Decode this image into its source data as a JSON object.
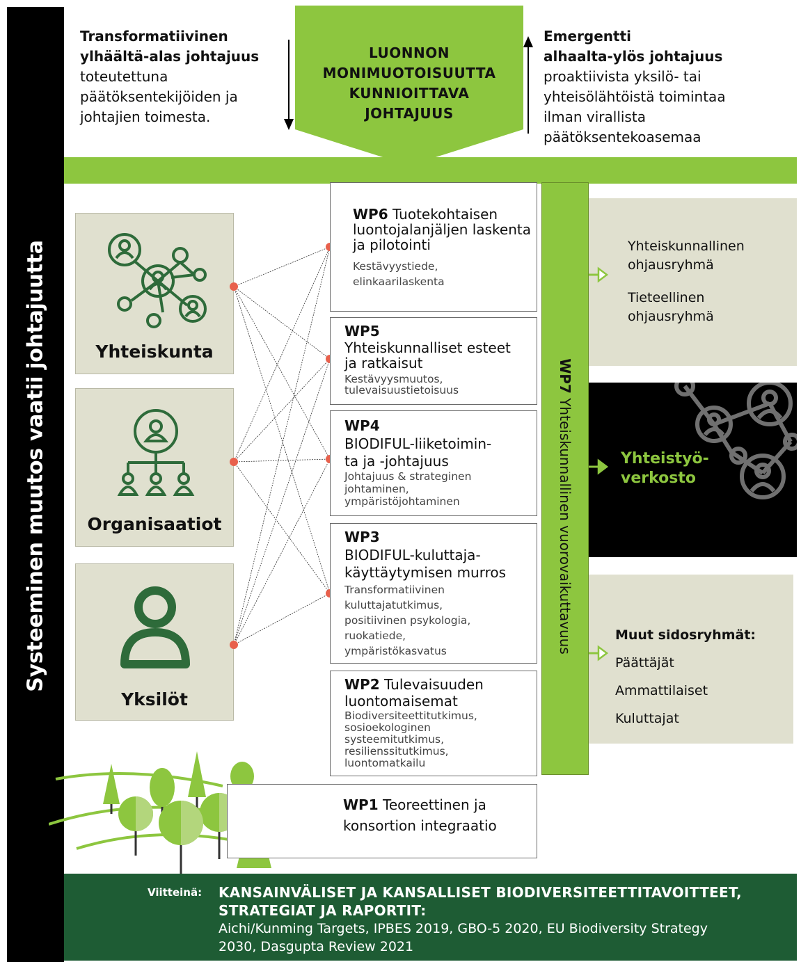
{
  "side_title": "Systeeminen muutos vaatii johtajuutta",
  "header": {
    "left_bold_1": "Transformatiivinen",
    "left_bold_2": "ylhäältä-alas johtajuus",
    "left_text": [
      "toteutettuna",
      "päätöksentekijöiden ja",
      "johtajien toimesta."
    ],
    "center_title": [
      "LUONNON",
      "MONIMUOTOISUUTTA",
      "KUNNIOITTAVA",
      "JOHTAJUUS"
    ],
    "right_bold_1": "Emergentti",
    "right_bold_2": "alhaalta-ylös johtajuus",
    "right_text": [
      "proaktiivista yksilö- tai",
      "yhteisölähtöistä toimintaa",
      "ilman virallista",
      "päätöksentekoasemaa"
    ]
  },
  "categories": {
    "society": "Yhteiskunta",
    "organisations": "Organisaatiot",
    "individuals": "Yksilöt"
  },
  "work_packages": {
    "wp6": {
      "code": "WP6",
      "title": "Tuotekohtaisen luontojalanjäljen laskenta ja pilotointi",
      "sub1": "Kestävyystiede,",
      "sub2": "elinkaarilaskenta"
    },
    "wp5": {
      "code": "WP5",
      "title": "Yhteiskunnalliset esteet ja ratkaisut",
      "sub1": "Kestävyysmuutos,",
      "sub2": "tulevaisuustietoisuus"
    },
    "wp4": {
      "code": "WP4",
      "title1": "BIODIFUL-liiketoimin-",
      "title2": "ta ja -johtajuus",
      "sub1": "Johtajuus & strateginen",
      "sub2": "johtaminen,",
      "sub3": "ympäristöjohtaminen"
    },
    "wp3": {
      "code": "WP3",
      "title1": "BIODIFUL-kuluttaja-",
      "title2": "käyttäytymisen murros",
      "sub1": "Transformatiivinen",
      "sub2": "kuluttajatutkimus,",
      "sub3": "positiivinen psykologia,",
      "sub4": "ruokatiede,",
      "sub5": "ympäristökasvatus"
    },
    "wp2": {
      "code": "WP2",
      "title1": "Tulevaisuuden",
      "title2": "luontomaisemat",
      "sub1": "Biodiversiteettitutkimus,",
      "sub2": "sosioekologinen",
      "sub3": "systeemitutkimus,",
      "sub4": "resilienssitutkimus,",
      "sub5": "luontomatkailu"
    },
    "wp1": {
      "code": "WP1",
      "title1": "Teoreettinen ja",
      "title2": "konsortion integraatio"
    },
    "wp7": {
      "code": "WP7",
      "title": "Yhteiskunnallinen vuorovaikuttavuus"
    }
  },
  "right_panels": {
    "groups_1": "Yhteiskunnallinen",
    "groups_2": "ohjausryhmä",
    "groups_3": "Tieteellinen",
    "groups_4": "ohjausryhmä",
    "network_1": "Yhteistyö-",
    "network_2": "verkosto",
    "stakeholders_title": "Muut sidosryhmät:",
    "stakeholders": [
      "Päättäjät",
      "Ammattilaiset",
      "Kuluttajat"
    ]
  },
  "footer": {
    "label": "Viitteinä:",
    "bold_1": "KANSAINVÄLISET JA KANSALLISET BIODIVERSITEETTITAVOITTEET,",
    "bold_2": "STRATEGIAT JA RAPORTIT:",
    "text_1": "Aichi/Kunming Targets, IPBES 2019, GBO-5 2020, EU Biodiversity Strategy",
    "text_2": "2030, Dasgupta Review 2021"
  },
  "colors": {
    "green": "#8dc63f",
    "dark_green": "#1e5c34",
    "icon_green": "#2e6b3a",
    "beige": "#e0e0cf",
    "dot": "#e8604c"
  }
}
